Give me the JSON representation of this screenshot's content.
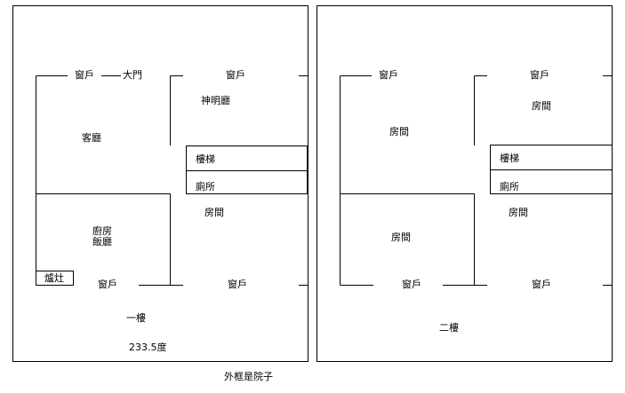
{
  "floor1": {
    "window_top_left": "窗戶",
    "main_door": "大門",
    "window_top_right": "窗戶",
    "shrine_hall": "神明廳",
    "living_room": "客廳",
    "stairs": "樓梯",
    "toilet": "廁所",
    "bedroom": "房間",
    "kitchen": "廚房",
    "dining": "飯廳",
    "stove": "爐灶",
    "window_bottom_left": "窗戶",
    "window_bottom_right": "窗戶",
    "floor_label": "一樓",
    "orientation": "233.5度"
  },
  "floor2": {
    "window_top_left": "窗戶",
    "window_top_right": "窗戶",
    "bedroom_top_left": "房間",
    "bedroom_top_right": "房間",
    "stairs": "樓梯",
    "toilet": "廁所",
    "bedroom_mid_right": "房間",
    "bedroom_bottom_left": "房間",
    "window_bottom_left": "窗戶",
    "window_bottom_right": "窗戶",
    "floor_label": "二樓"
  },
  "caption": "外框是院子"
}
